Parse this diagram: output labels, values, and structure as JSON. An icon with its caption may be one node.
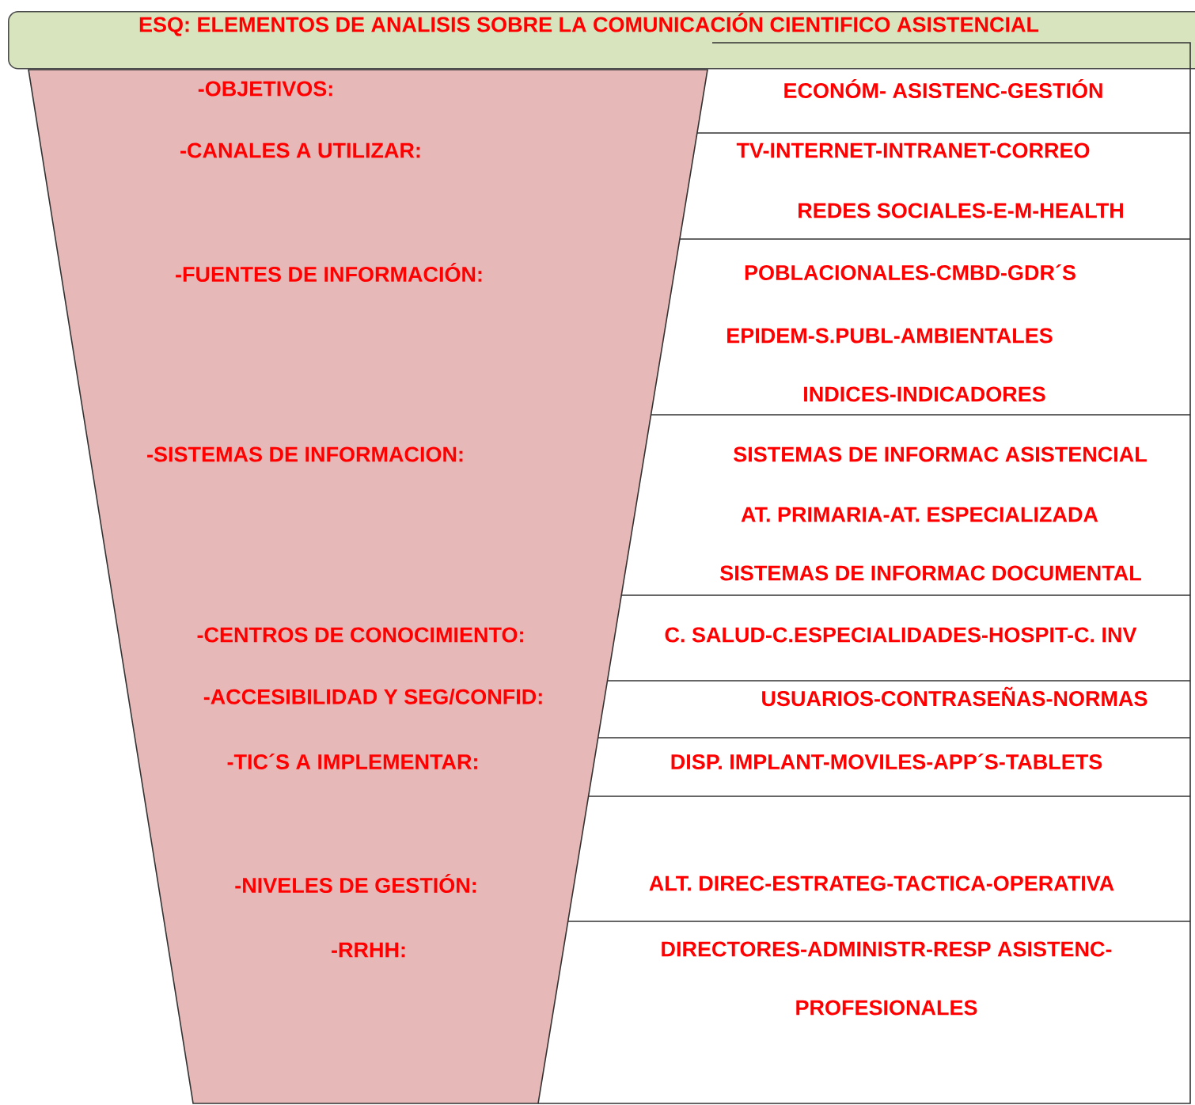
{
  "diagram": {
    "nodes": [
      {
        "text": [
          "ESQ: ELEMENTOS DE ANALISIS SOBRE LA COMUNICACIÓN CIENTIFICO ASISTENCIAL"
        ]
      },
      {
        "text": [
          "-OBJETIVOS:",
          "-CANALES A UTILIZAR:",
          "-FUENTES DE INFORMACIÓN:",
          "-SISTEMAS DE INFORMACION:",
          "-CENTROS DE CONOCIMIENTO:",
          "-ACCESIBILIDAD Y SEG/CONFID:",
          "-TIC´S A IMPLEMENTAR:",
          "-NIVELES DE GESTIÓN:",
          "-RRHH:"
        ]
      },
      {
        "text": [
          "ECONÓM- ASISTENC-GESTIÓN",
          "TV-INTERNET-INTRANET-CORREO",
          "REDES SOCIALES-E-M-HEALTH",
          "POBLACIONALES-CMBD-GDR´S",
          "EPIDEM-S.PUBL-AMBIENTALES",
          "INDICES-INDICADORES",
          "SISTEMAS DE INFORMAC ASISTENCIAL",
          "AT. PRIMARIA-AT. ESPECIALIZADA",
          "SISTEMAS DE INFORMAC DOCUMENTAL",
          "C. SALUD-C.ESPECIALIDADES-HOSPIT-C. INV",
          "USUARIOS-CONTRASEÑAS-NORMAS",
          "DISP. IMPLANT-MOVILES-APP´S-TABLETS",
          "ALT. DIREC-ESTRATEG-TACTICA-OPERATIVA",
          "DIRECTORES-ADMINISTR-RESP ASISTENC- PROFESIONALES"
        ]
      }
    ]
  }
}
